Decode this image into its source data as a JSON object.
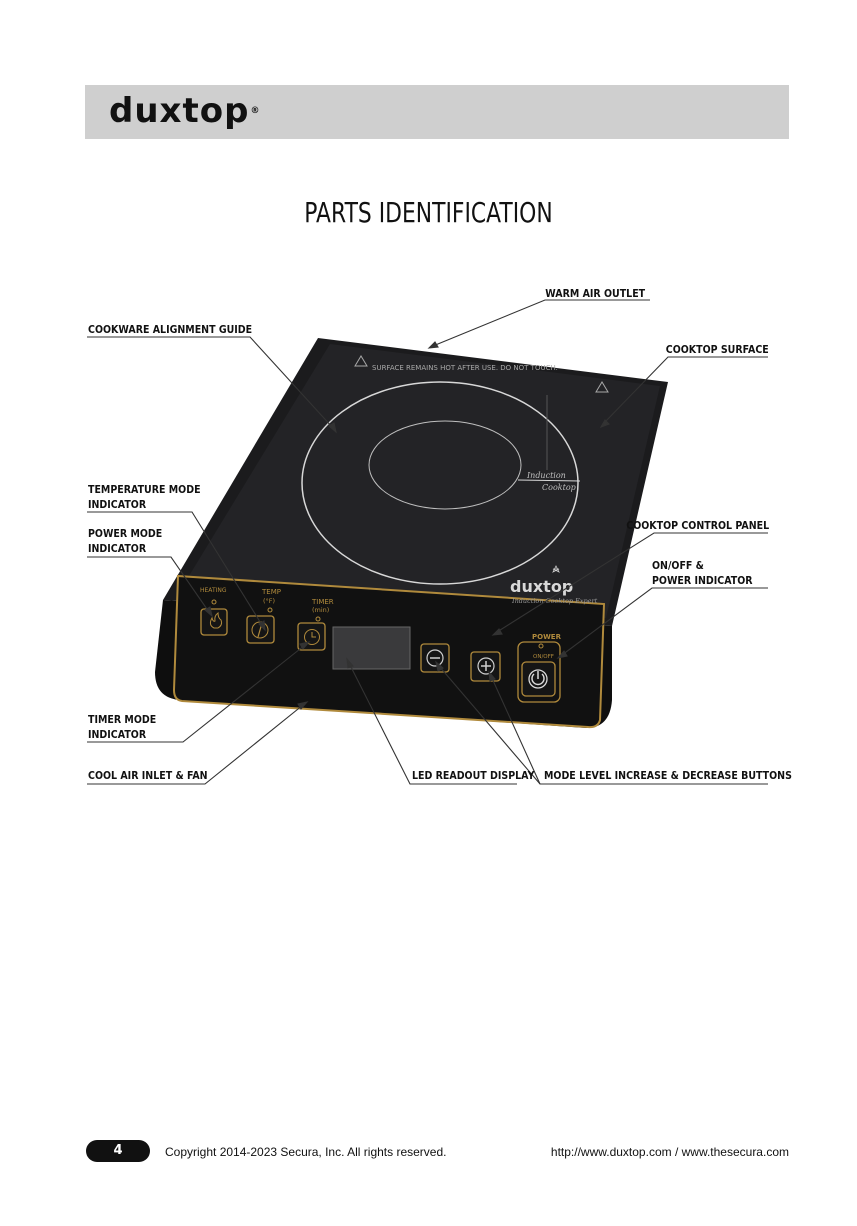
{
  "header": {
    "brand": "duxtop",
    "registered": "®"
  },
  "title": "PARTS IDENTIFICATION",
  "labels": {
    "warm_air_outlet": "WARM AIR OUTLET",
    "cookware_alignment_guide": "COOKWARE ALIGNMENT GUIDE",
    "cooktop_surface": "COOKTOP SURFACE",
    "temperature_mode_indicator": [
      "TEMPERATURE MODE",
      "INDICATOR"
    ],
    "power_mode_indicator": [
      "POWER MODE",
      "INDICATOR"
    ],
    "cooktop_control_panel": "COOKTOP CONTROL PANEL",
    "on_off_power_indicator": [
      "ON/OFF &",
      "POWER INDICATOR"
    ],
    "timer_mode_indicator": [
      "TIMER MODE",
      "INDICATOR"
    ],
    "cool_air_inlet_fan": "COOL AIR INLET & FAN",
    "led_readout_display": "LED READOUT DISPLAY",
    "mode_level_buttons": "MODE LEVEL INCREASE & DECREASE BUTTONS"
  },
  "device": {
    "warning": "SURFACE REMAINS HOT AFTER USE. DO NOT TOUCH.",
    "induction": "Induction",
    "cooktop": "Cooktop",
    "brand": "duxtop",
    "tagline": "Induction Cooktop Expert",
    "heating": "HEATING",
    "temp": "TEMP",
    "temp_unit": "(°F)",
    "timer": "TIMER",
    "timer_unit": "(min)",
    "power": "POWER",
    "on_off": "ON/OFF"
  },
  "footer": {
    "page_number": "4",
    "copyright": "Copyright 2014-2023 Secura, Inc. All rights reserved.",
    "urls": "http://www.duxtop.com / www.thesecura.com"
  },
  "colors": {
    "header_bg": "#cfcfcf",
    "panel_trim": "#b08a3c",
    "device_body": "#161616"
  }
}
